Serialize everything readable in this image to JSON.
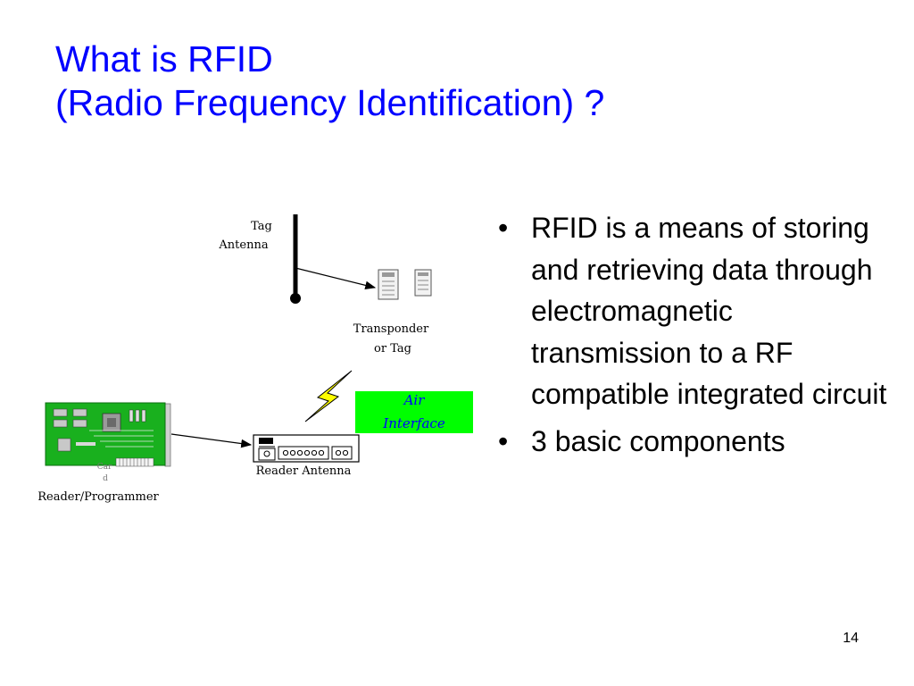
{
  "slide": {
    "title_line1": "What is RFID",
    "title_line2": "(Radio Frequency Identification) ?",
    "page_number": "14"
  },
  "diagram": {
    "tag_antenna_line1": "Tag",
    "tag_antenna_line2": "Antenna",
    "transponder_line1": "Transponder",
    "transponder_line2": "or Tag",
    "air_interface_line1": "Air",
    "air_interface_line2": "Interface",
    "reader_antenna": "Reader Antenna",
    "card_line1": "Car",
    "card_line2": "d",
    "reader_programmer": "Reader/Programmer",
    "colors": {
      "air_interface_bg": "#00ff00",
      "air_interface_text": "#0000ff",
      "card_board": "#19b01e",
      "lightning": "#ffff00"
    }
  },
  "bullets": {
    "bullet_symbol": "•",
    "item1": "RFID is a means of storing and retrieving data through electromagnetic transmission to a RF compatible integrated circuit",
    "item2": "3 basic components"
  }
}
